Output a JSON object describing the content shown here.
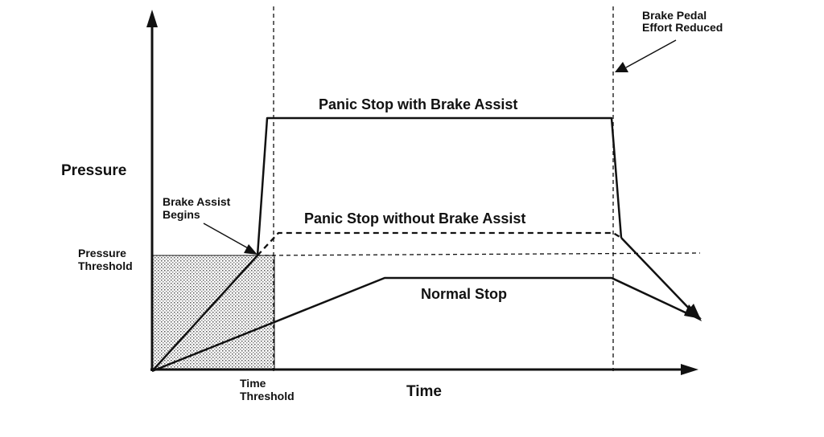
{
  "labels": {
    "y_axis": "Pressure",
    "x_axis": "Time",
    "pressure_threshold": [
      "Pressure",
      "Threshold"
    ],
    "time_threshold": [
      "Time",
      "Threshold"
    ],
    "brake_assist_begins": [
      "Brake Assist",
      "Begins"
    ],
    "brake_pedal_effort_reduced": [
      "Brake Pedal",
      "Effort Reduced"
    ]
  },
  "curves": {
    "with_assist": "Panic Stop with Brake Assist",
    "without_assist": "Panic Stop without Brake Assist",
    "normal": "Normal Stop"
  },
  "colors": {
    "ink": "#111111",
    "shade": "#bdbdbd",
    "background": "#ffffff"
  }
}
